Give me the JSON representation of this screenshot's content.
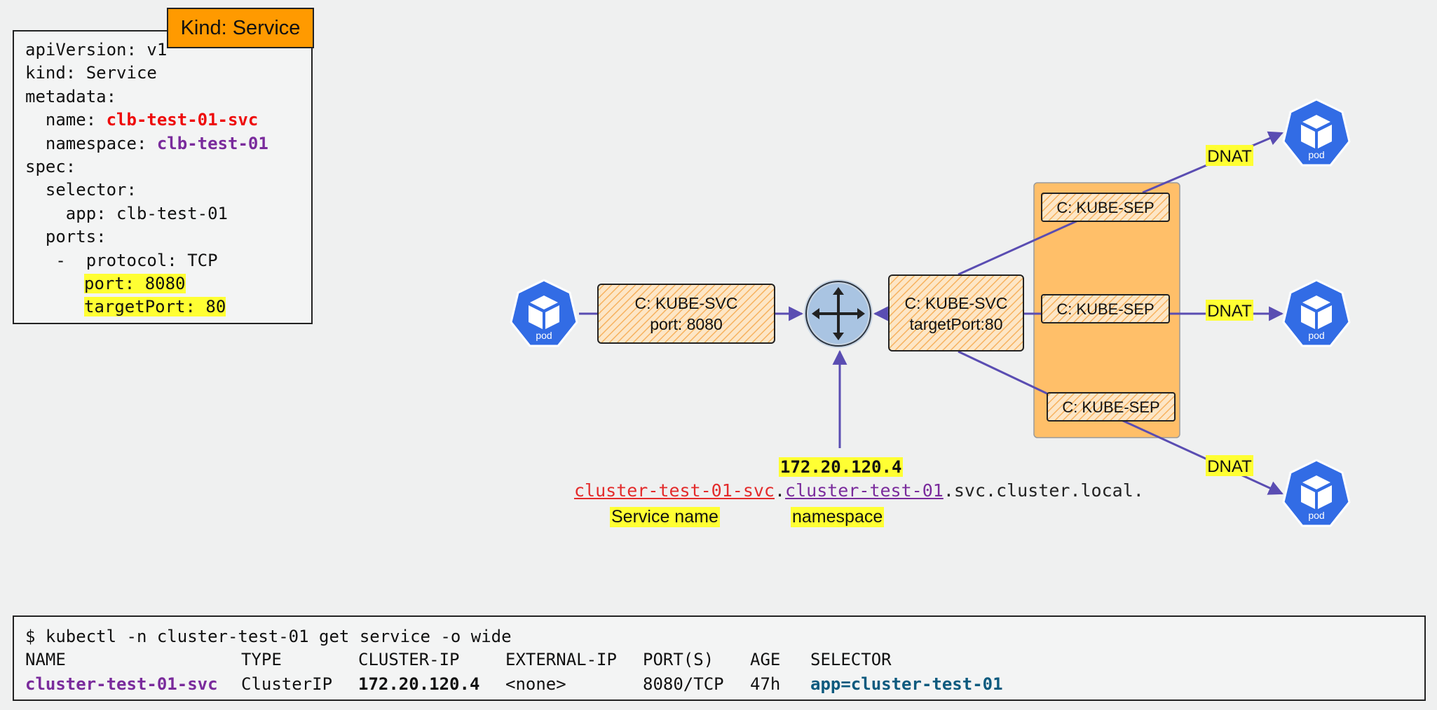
{
  "yaml": {
    "badge": "Kind: Service",
    "lines": [
      {
        "key": "apiVersion: ",
        "value": "v1"
      },
      {
        "key": "kind: ",
        "value": "Service"
      },
      {
        "key": "metadata:"
      },
      {
        "key": "  name: ",
        "value": "clb-test-01-svc"
      },
      {
        "key": "  namespace: ",
        "value": "clb-test-01"
      },
      {
        "key": "spec:"
      },
      {
        "key": "  selector:"
      },
      {
        "key": "    app: ",
        "value": "clb-test-01"
      },
      {
        "key": "  ports:"
      },
      {
        "key": "   -  protocol: ",
        "value": "TCP"
      },
      {
        "key": "port: 8080"
      },
      {
        "key": "targetPort: 80"
      }
    ]
  },
  "diagram": {
    "pod_label": "pod",
    "svc_box": {
      "line1": "C: KUBE-SVC",
      "line2": "port: 8080"
    },
    "svc_target_box": {
      "line1": "C: KUBE-SVC",
      "line2": "targetPort:80"
    },
    "sep_label": "C: KUBE-SEP",
    "dnat_label": "DNAT",
    "ip": "172.20.120.4",
    "fqdn": {
      "service": "cluster-test-01-svc",
      "dot": ".",
      "namespace": "cluster-test-01",
      "suffix": ".svc.cluster.local."
    },
    "service_name_tag": "Service name",
    "namespace_tag": "namespace",
    "colors": {
      "accent": "#5a4db2",
      "pod": "#326ce5",
      "box_fill": "#fde2bf",
      "sep_group": "#ffbf69",
      "router": "#a9c4e2"
    }
  },
  "terminal": {
    "command": "$ kubectl -n cluster-test-01 get service -o wide",
    "headers": [
      "NAME",
      "TYPE",
      "CLUSTER-IP",
      "EXTERNAL-IP",
      "PORT(S)",
      "AGE",
      "SELECTOR"
    ],
    "row": [
      "cluster-test-01-svc",
      "ClusterIP",
      "172.20.120.4",
      "<none>",
      "8080/TCP",
      "47h",
      "app=cluster-test-01"
    ]
  }
}
